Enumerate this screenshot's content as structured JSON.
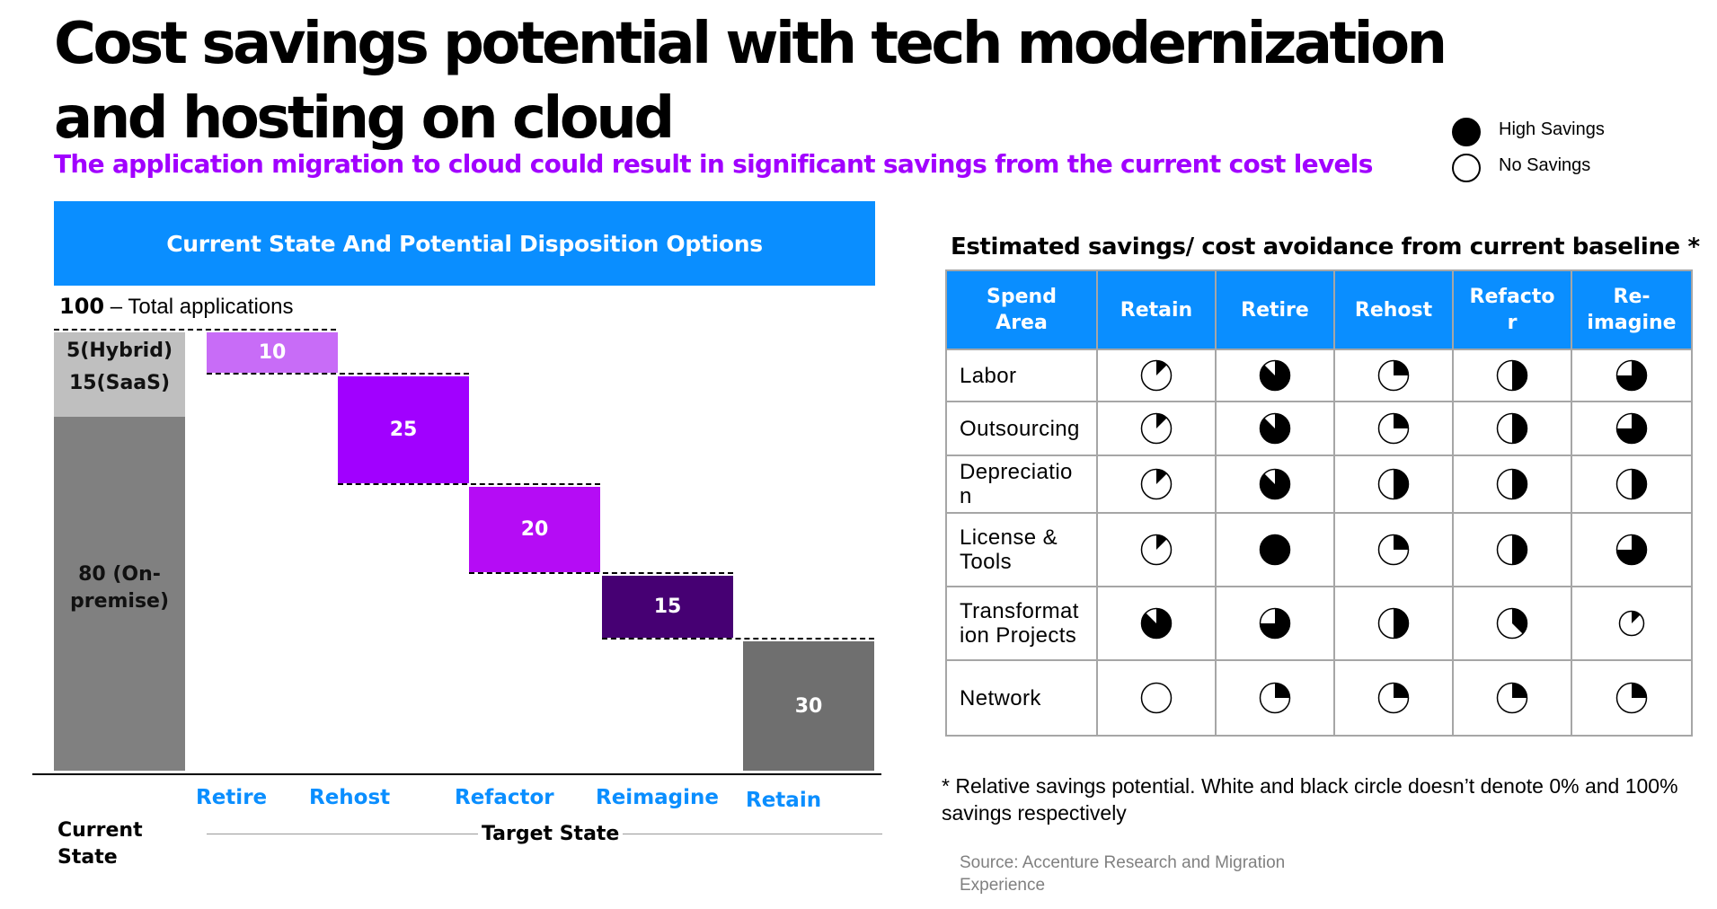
{
  "header": {
    "title": "Cost savings potential with tech modernization and hosting on cloud",
    "subtitle": "The application migration to cloud could result in significant savings from the current cost levels"
  },
  "legend": {
    "high": "High Savings",
    "none": "No Savings"
  },
  "chart_data": [
    {
      "type": "bar",
      "title": "Current State And Potential Disposition Options",
      "total_value": "100",
      "total_text": "– Total applications",
      "stacked_current": [
        {
          "label": "5(Hybrid)",
          "value": 5
        },
        {
          "label": "15(SaaS)",
          "value": 15
        },
        {
          "label": "80 (On-premise)",
          "value": 80
        }
      ],
      "categories": [
        "Retire",
        "Rehost",
        "Refactor",
        "Reimagine",
        "Retain"
      ],
      "values": [
        10,
        25,
        20,
        15,
        30
      ],
      "ylim": [
        0,
        100
      ],
      "colors": {
        "current_top": "#bfbfbf",
        "current_bottom": "#808080",
        "Retire": "#c86cf7",
        "Rehost": "#a100ff",
        "Refactor": "#b50cf5",
        "Reimagine": "#460073",
        "Retain": "#6f6f6f"
      },
      "current_label": "Current State",
      "target_label": "Target State"
    },
    {
      "type": "table",
      "title": "Estimated savings/ cost avoidance from current baseline *",
      "columns": [
        "Spend Area",
        "Retain",
        "Retire",
        "Rehost",
        "Refactor",
        "Re-imagine"
      ],
      "column_display": [
        "Spend\nArea",
        "Retain",
        "Retire",
        "Rehost",
        "Refacto\nr",
        "Re-\nimagine"
      ],
      "rows": [
        {
          "area": "Labor",
          "area_display": "Labor",
          "values": [
            0.125,
            0.875,
            0.25,
            0.5,
            0.75
          ]
        },
        {
          "area": "Outsourcing",
          "area_display": "Outsourcing",
          "values": [
            0.125,
            0.875,
            0.25,
            0.5,
            0.75
          ]
        },
        {
          "area": "Depreciation",
          "area_display": "Depreciatio\nn",
          "values": [
            0.125,
            0.875,
            0.5,
            0.5,
            0.5
          ]
        },
        {
          "area": "License & Tools",
          "area_display": "License &\nTools",
          "values": [
            0.125,
            1,
            0.25,
            0.5,
            0.75
          ]
        },
        {
          "area": "Transformation Projects",
          "area_display": "Transformat\nion Projects",
          "values": [
            0.875,
            0.75,
            0.5,
            0.375,
            0.125
          ]
        },
        {
          "area": "Network",
          "area_display": "Network",
          "values": [
            0,
            0.25,
            0.25,
            0.25,
            0.25
          ]
        }
      ]
    }
  ],
  "footnote": "* Relative savings potential. White and black circle doesn’t denote 0% and 100% savings respectively",
  "source": "Source: Accenture Research and Migration Experience"
}
